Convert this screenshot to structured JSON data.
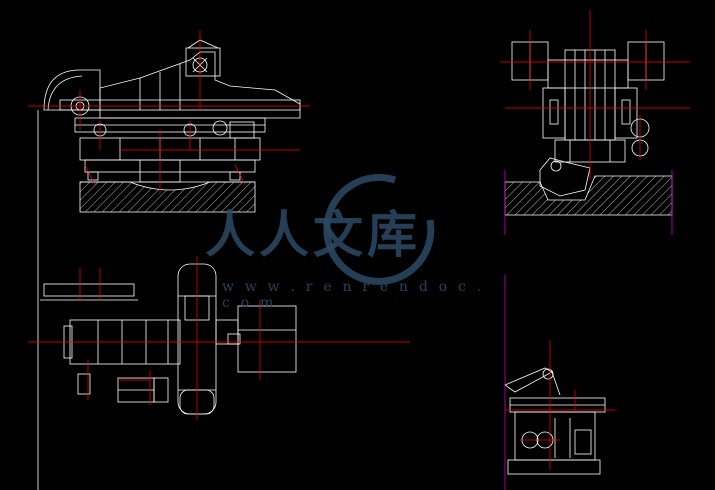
{
  "drawing": {
    "background": "#000000",
    "line_color": "#ffffff",
    "center_line_color": "#ff0000",
    "boundary_color": "#cc00cc",
    "views": [
      "front-elevation",
      "side-elevation",
      "plan-view",
      "detail-view"
    ]
  },
  "watermark": {
    "brand_cn": "人人文库",
    "url": "w w w . r e n r e n d o c . c o m",
    "color": "#2c4a66"
  }
}
